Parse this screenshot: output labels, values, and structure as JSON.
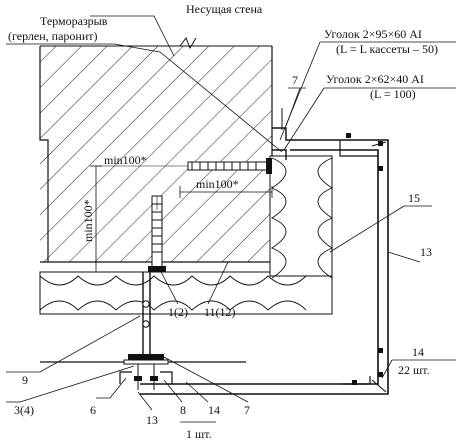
{
  "labels": {
    "bearing_wall": "Несущая стена",
    "thermal_break_1": "Терморазрыв",
    "thermal_break_2": "(герлен, паронит)",
    "corner1_a": "Уголок 2×95×60 AI",
    "corner1_b": "(L = L кассеты – 50)",
    "corner2_a": "Уголок 2×62×40 AI",
    "corner2_b": "(L = 100)",
    "min_h": "min100*",
    "min_h2": "min100*",
    "min_v": "min100*",
    "c7_top": "7",
    "c15": "15",
    "c13_right": "13",
    "c14_right": "14",
    "c22": "22 шт.",
    "c1": "1(2)",
    "c11": "11(12)",
    "c9": "9",
    "c34": "3(4)",
    "c6": "6",
    "c13_bottom": "13",
    "c8": "8",
    "c14_bottom": "14",
    "c7_bottom": "7",
    "c1sht": "1 шт."
  }
}
